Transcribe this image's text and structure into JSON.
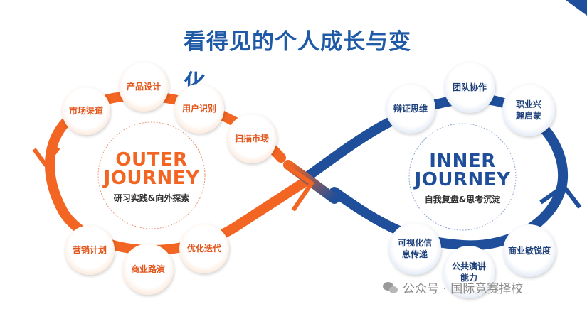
{
  "title": "看得见的个人成长与变化",
  "outer": {
    "title": "OUTER\nJOURNEY",
    "title_line1": "OUTER",
    "title_line2": "JOURNEY",
    "subtitle": "研习实践&向外探索",
    "color": "#f26522",
    "nodes": [
      "市场渠道",
      "产品设计",
      "用户识别",
      "扫描市场",
      "优化迭代",
      "商业路演",
      "营销计划"
    ]
  },
  "inner": {
    "title_line1": "INNER",
    "title_line2": "JOURNEY",
    "subtitle": "自我复盘&思考沉淀",
    "color": "#1f4f9a",
    "nodes": [
      "辩证思维",
      "团队协作",
      "职业兴趣启蒙",
      "商业敏锐度",
      "公共演讲能力",
      "可视化信息传递"
    ]
  },
  "watermark": "公众号 · 国际竞赛择校"
}
